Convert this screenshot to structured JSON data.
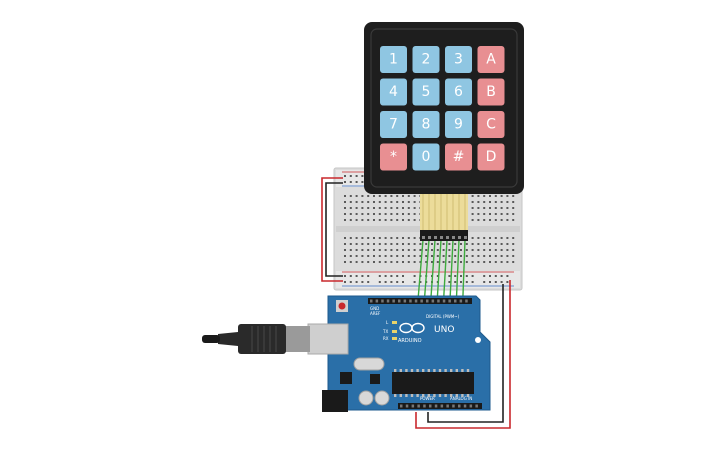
{
  "keypad": {
    "keys": [
      {
        "label": "1",
        "type": "num"
      },
      {
        "label": "2",
        "type": "num"
      },
      {
        "label": "3",
        "type": "num"
      },
      {
        "label": "A",
        "type": "letter"
      },
      {
        "label": "4",
        "type": "num"
      },
      {
        "label": "5",
        "type": "num"
      },
      {
        "label": "6",
        "type": "num"
      },
      {
        "label": "B",
        "type": "letter"
      },
      {
        "label": "7",
        "type": "num"
      },
      {
        "label": "8",
        "type": "num"
      },
      {
        "label": "9",
        "type": "num"
      },
      {
        "label": "C",
        "type": "letter"
      },
      {
        "label": "*",
        "type": "letter"
      },
      {
        "label": "0",
        "type": "num"
      },
      {
        "label": "#",
        "type": "letter"
      },
      {
        "label": "D",
        "type": "letter"
      }
    ]
  },
  "arduino": {
    "brand": "ARDUINO",
    "model": "UNO",
    "digital_label": "DIGITAL (PWM~)",
    "power_label": "POWER",
    "analog_label": "ANALOG IN",
    "aref_label": "AREF",
    "gnd_label": "GND",
    "tx_label": "TX",
    "rx_label": "RX",
    "l_label": "L"
  },
  "colors": {
    "num_key": "#8fc6e2",
    "letter_key": "#e88f92",
    "keypad_body": "#1e1e1e",
    "board": "#2a6fa8",
    "wire_green": "#3daa3d",
    "wire_red": "#c9282d",
    "wire_black": "#222222"
  }
}
